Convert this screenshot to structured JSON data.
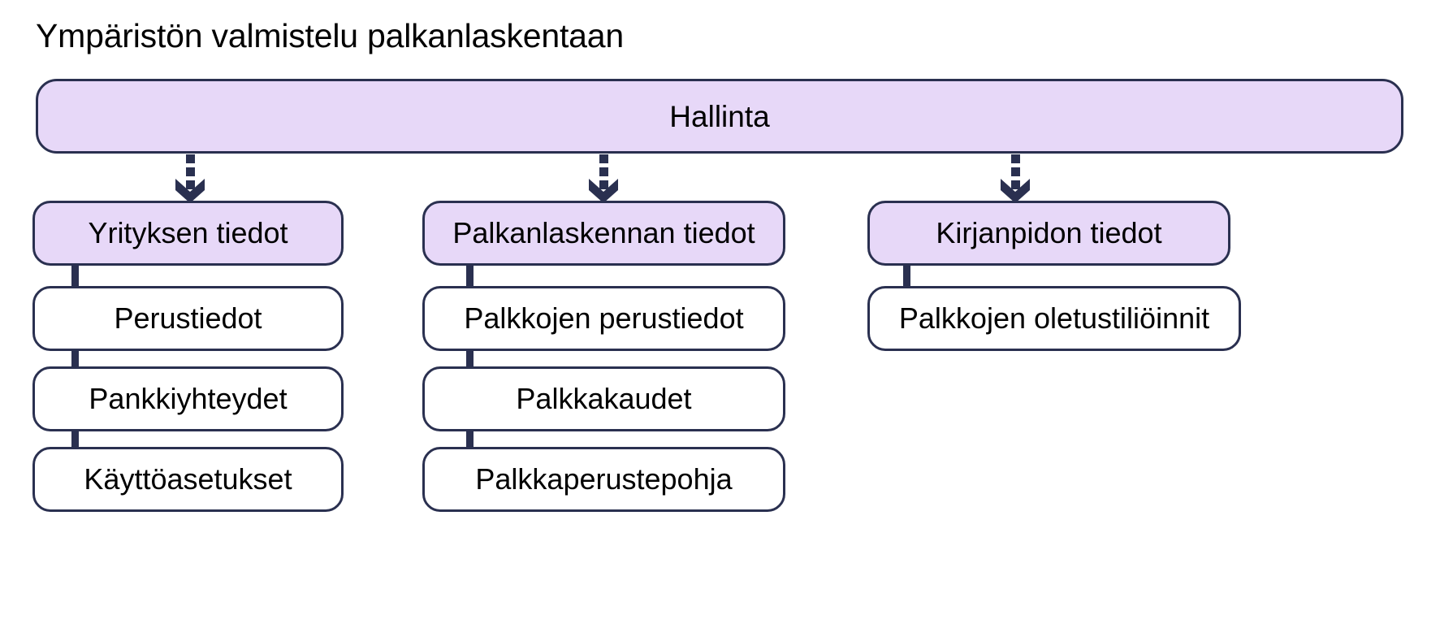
{
  "title": "Ympäristön valmistelu palkanlaskentaan",
  "colors": {
    "node_fill_highlight": "#e7d8f8",
    "node_fill_plain": "#ffffff",
    "node_border": "#2a3050",
    "connector": "#2a3050",
    "background": "#ffffff",
    "text": "#000000"
  },
  "root": {
    "label": "Hallinta"
  },
  "columns": [
    {
      "header": "Yrityksen tiedot",
      "children": [
        "Perustiedot",
        "Pankkiyhteydet",
        "Käyttöasetukset"
      ]
    },
    {
      "header": "Palkanlaskennan tiedot",
      "children": [
        "Palkkojen perustiedot",
        "Palkkakaudet",
        "Palkkaperustepohja"
      ]
    },
    {
      "header": "Kirjanpidon tiedot",
      "children": [
        "Palkkojen oletustiliöinnit"
      ]
    }
  ],
  "connectors": {
    "root_to_column": "dashed-down-arrow",
    "column_to_child": "tab-link"
  }
}
